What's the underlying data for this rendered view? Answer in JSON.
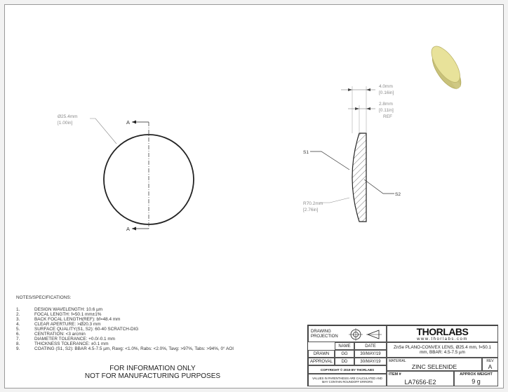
{
  "front_view": {
    "diameter_label": "Ø25.4mm",
    "diameter_label_in": "[1.00in]",
    "section_label_top": "A",
    "section_label_bottom": "A"
  },
  "side_view": {
    "dim_thickness": "4.0mm",
    "dim_thickness_in": "[0.16in]",
    "dim_edge": "2.8mm",
    "dim_edge_in": "[0.11in]",
    "dim_ref": "REF",
    "surface1": "S1",
    "surface2": "S2",
    "radius": "R70.2mm",
    "radius_in": "[2.76in]"
  },
  "notes": {
    "title": "NOTES/SPECIFICATIONS:",
    "items": [
      {
        "num": "1.",
        "text": "DESIGN WAVELENGTH: 10.6 µm"
      },
      {
        "num": "2.",
        "text": "FOCAL LENGTH: f=50.1 mm±1%"
      },
      {
        "num": "3.",
        "text": "BACK FOCAL LENGTH(REF): bf=48.4 mm"
      },
      {
        "num": "4.",
        "text": "CLEAR APERTURE: >Ø20.3 mm"
      },
      {
        "num": "5.",
        "text": "SURFACE QUALITY(S1, S2): 60-40 SCRATCH-DIG"
      },
      {
        "num": "6.",
        "text": "CENTRATION: <3 arcmin"
      },
      {
        "num": "7.",
        "text": "DIAMETER TOLERANCE: +0.0/-0.1 mm"
      },
      {
        "num": "8.",
        "text": "THICKNESS TOLERANCE: ±0.1 mm"
      },
      {
        "num": "9.",
        "text": "COATING (S1, S2): BBAR 4.5-7.5 µm, Ravg: <1.0%, Rabs: <2.0%, Tavg: >97%, Tabs: >94%, 0° AOI"
      }
    ]
  },
  "disclaimer": {
    "line1": "FOR INFORMATION ONLY",
    "line2": "NOT FOR MANUFACTURING PURPOSES"
  },
  "title_block": {
    "drawing_projection": "DRAWING PROJECTION",
    "name_header": "NAME",
    "date_header": "DATE",
    "drawn_label": "DRAWN",
    "drawn_name": "GG",
    "drawn_date": "30/MAY/19",
    "approval_label": "APPROVAL",
    "approval_name": "DD",
    "approval_date": "30/MAY/19",
    "copyright": "COPYRIGHT © 2019 BY THORLABS",
    "values_note": "VALUES IN PARENTHESIS ARE CALCULATED AND MAY CONTAIN ROUNDOFF ERRORS",
    "logo": "THORLABS",
    "website": "www.thorlabs.com",
    "description": "ZnSe PLANO-CONVEX LENS, Ø25.4 mm, f=50.1 mm, BBAR: 4.5-7.5 µm",
    "material_label": "MATERIAL",
    "material": "ZINC SELENIDE",
    "rev_label": "REV",
    "rev": "A",
    "item_label": "ITEM #",
    "item": "LA7656-E2",
    "weight_label": "APPROX WEIGHT",
    "weight": "9 g"
  },
  "colors": {
    "lens_fill": "#e8e29a",
    "line": "#222222"
  }
}
